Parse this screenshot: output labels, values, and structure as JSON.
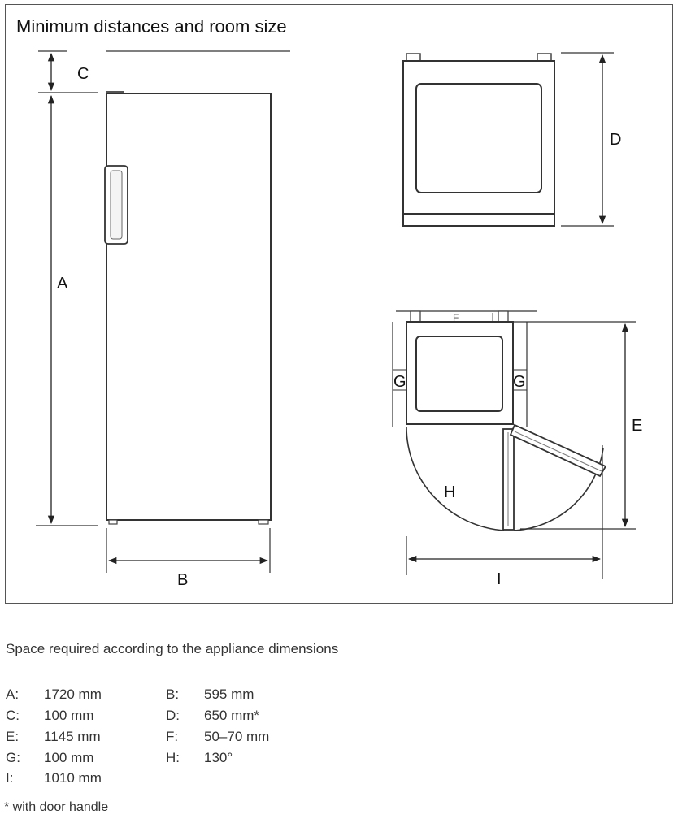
{
  "title": "Minimum distances and room size",
  "labels": {
    "a": "A",
    "b": "B",
    "c": "C",
    "d": "D",
    "e": "E",
    "f": "F",
    "g_left": "G",
    "g_right": "G",
    "h": "H",
    "i": "I"
  },
  "spec": {
    "heading": "Space required according to the appliance dimensions",
    "items": [
      {
        "key": "A:",
        "value": "1720 mm"
      },
      {
        "key": "B:",
        "value": "595 mm"
      },
      {
        "key": "C:",
        "value": "100 mm"
      },
      {
        "key": "D:",
        "value": "650 mm*"
      },
      {
        "key": "E:",
        "value": "1145 mm"
      },
      {
        "key": "F:",
        "value": "50–70 mm"
      },
      {
        "key": "G:",
        "value": "100 mm"
      },
      {
        "key": "H:",
        "value": "130°"
      },
      {
        "key": "I:",
        "value": "1010 mm"
      }
    ],
    "footnote": "* with door handle"
  }
}
